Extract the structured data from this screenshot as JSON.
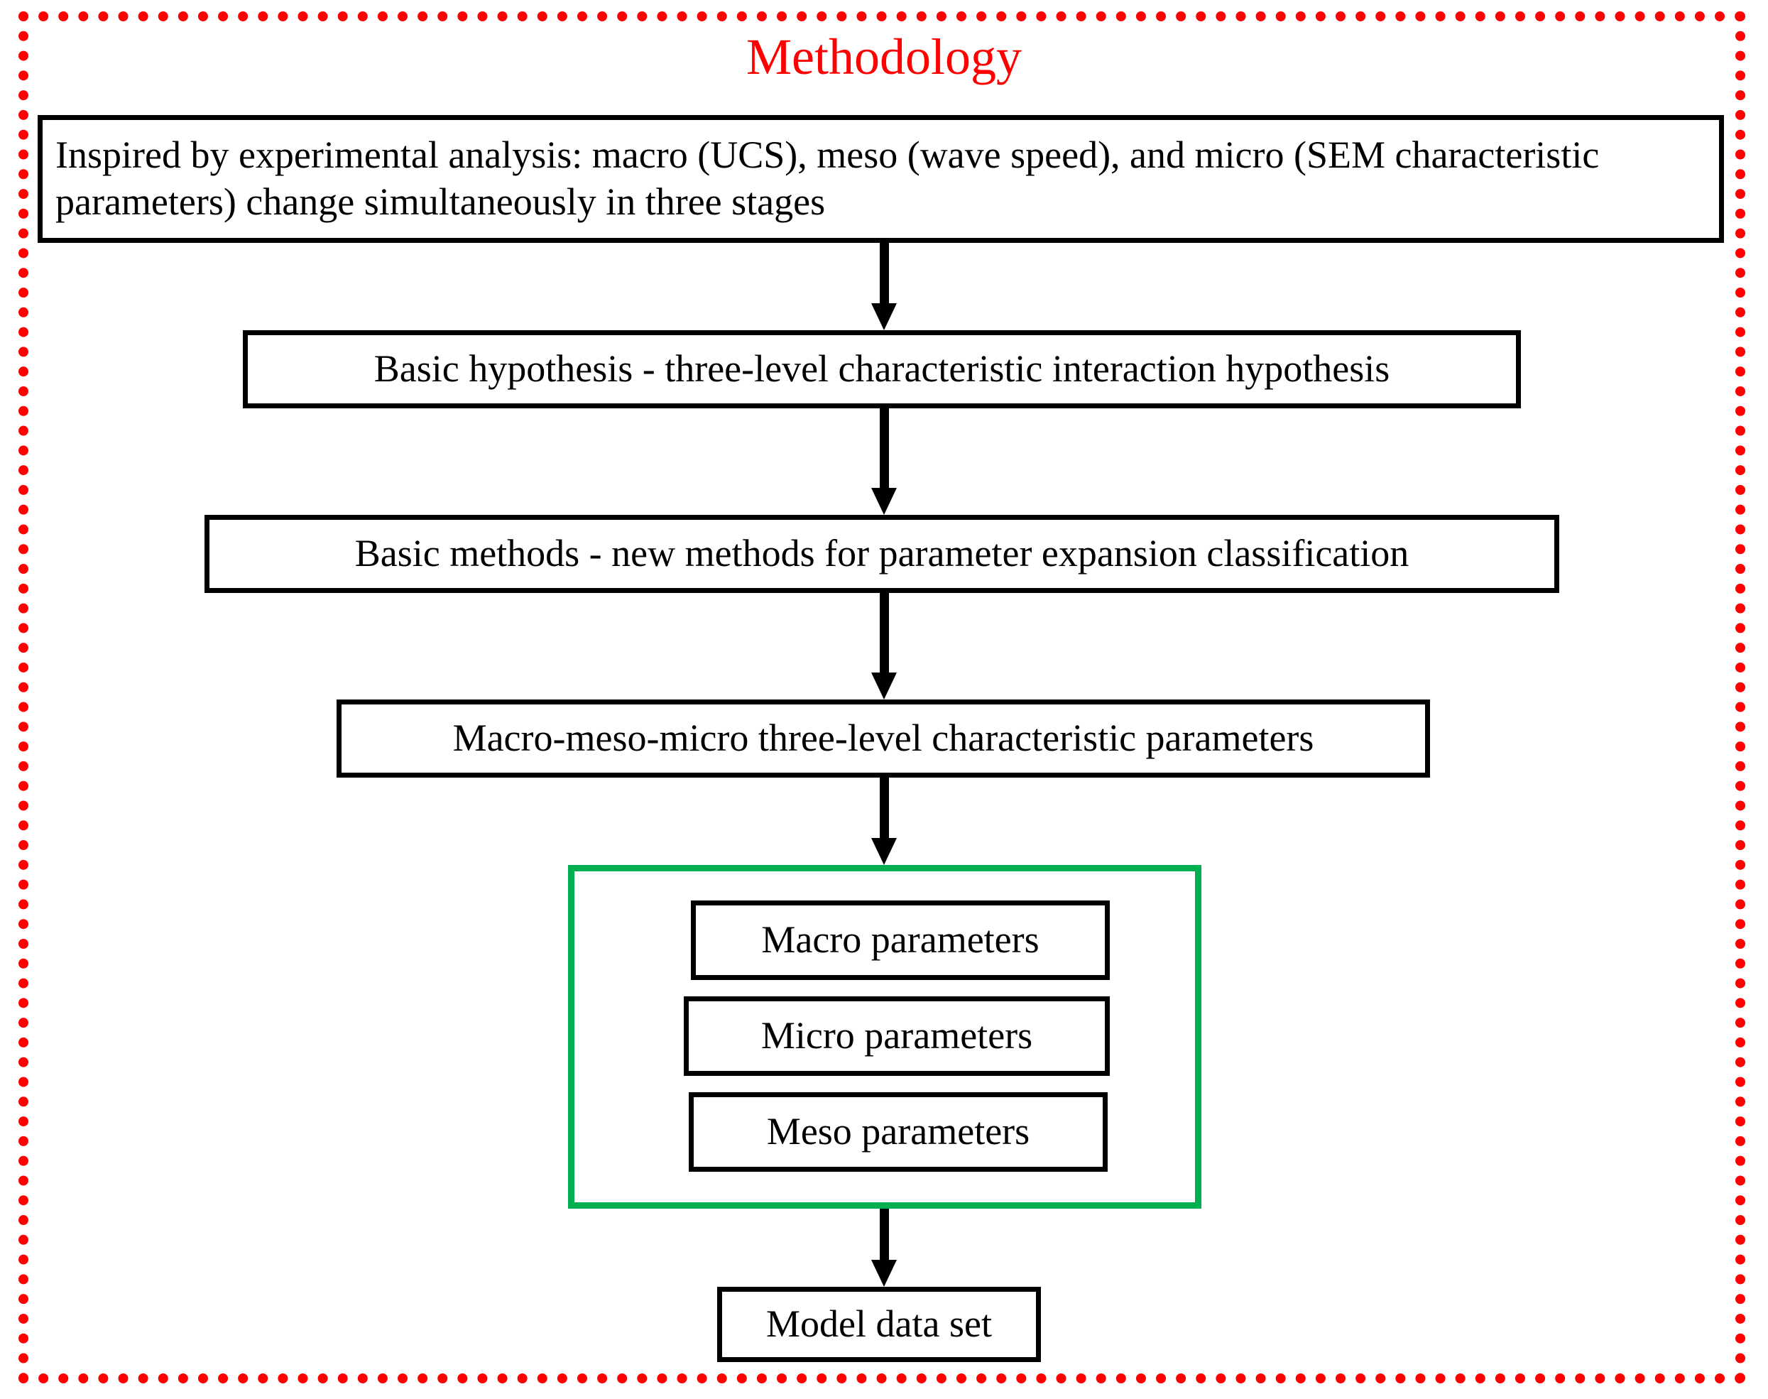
{
  "diagram": {
    "title": "Methodology",
    "title_color": "#FF0000",
    "frame_color": "#FF0000",
    "group_color": "#00B050",
    "box_color": "#000000",
    "nodes": {
      "inspired": "Inspired by experimental analysis: macro (UCS), meso (wave speed), and micro (SEM characteristic parameters) change simultaneously in three stages",
      "hypothesis": "Basic hypothesis - three-level characteristic interaction hypothesis",
      "methods": "Basic methods - new methods for parameter expansion classification",
      "three_level": "Macro-meso-micro three-level characteristic parameters",
      "macro_parameters": "Macro parameters",
      "micro_parameters": "Micro parameters",
      "meso_parameters": "Meso parameters",
      "model_data_set": "Model data set"
    }
  }
}
